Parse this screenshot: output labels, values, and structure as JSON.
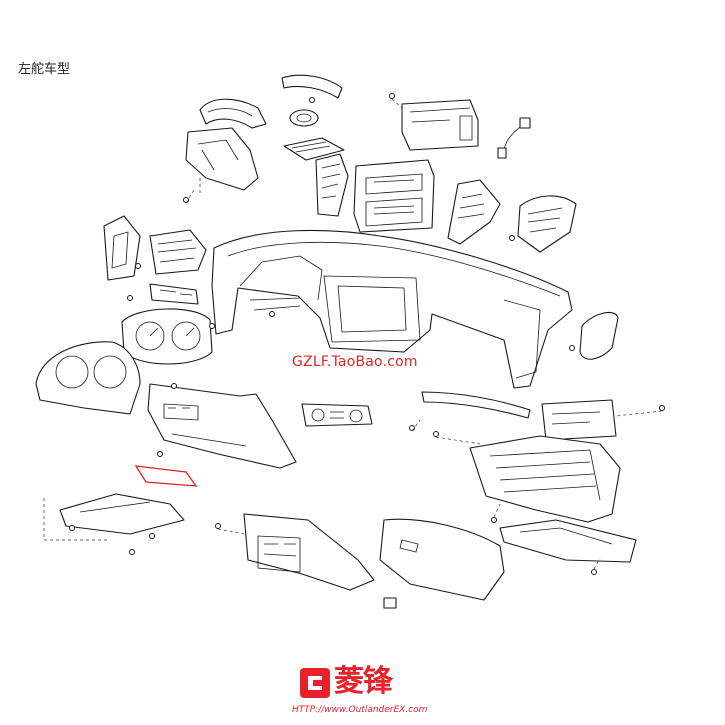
{
  "caption": "左舵车型",
  "watermark": "GZLF.TaoBao.com",
  "logo": {
    "text": "菱锋",
    "url": "HTTP://www.OutlanderEX.com",
    "color": "#e8212a"
  },
  "colors": {
    "line": "#1a1a1a",
    "highlight": "#e02424"
  }
}
